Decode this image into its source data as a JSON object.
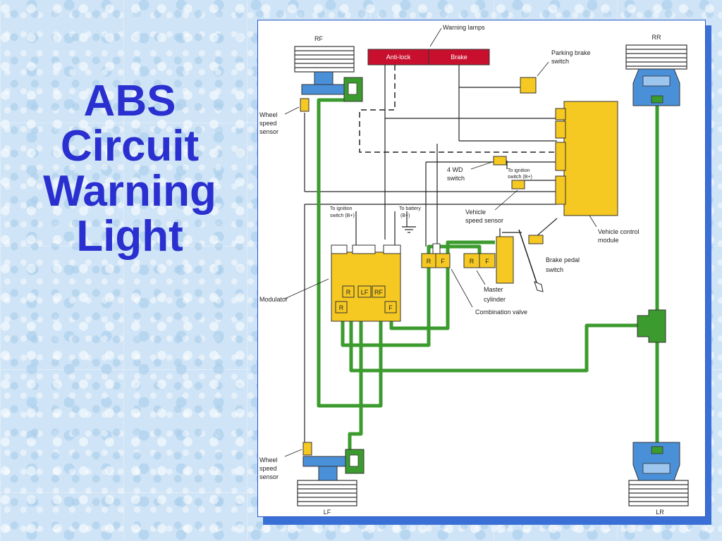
{
  "slide": {
    "title_lines": [
      "ABS",
      "Circuit",
      "Warning",
      "Light"
    ]
  },
  "diagram": {
    "wheels": {
      "rf": "RF",
      "rr": "RR",
      "lf": "LF",
      "lr": "LR"
    },
    "lamps": {
      "group": "Warning lamps",
      "antilock": "Anti-lock",
      "brake": "Brake"
    },
    "labels": {
      "parking_brake": [
        "Parking brake",
        "switch"
      ],
      "wheel_speed_top": [
        "Wheel",
        "speed",
        "sensor"
      ],
      "wheel_speed_bottom": [
        "Wheel",
        "speed",
        "sensor"
      ],
      "four_wd": [
        "4 WD",
        "switch"
      ],
      "ign_small": [
        "To ignition",
        "switch (B+)"
      ],
      "ign_mod": [
        "To ignition",
        "switch (B+)"
      ],
      "battery": [
        "To battery",
        "(B+)"
      ],
      "vss": [
        "Vehicle",
        "speed sensor"
      ],
      "vcm": [
        "Vehicle control",
        "module"
      ],
      "modulator": "Modulator",
      "brake_pedal": [
        "Brake pedal",
        "switch"
      ],
      "master_cyl": [
        "Master",
        "cylinder"
      ],
      "combo_valve": "Combination valve"
    },
    "ports": {
      "modulator": [
        "R",
        "LF",
        "RF",
        "R",
        "F"
      ],
      "combo": [
        "R",
        "F",
        "R",
        "F"
      ]
    },
    "colors": {
      "title": "#2a2fcf",
      "lamp_red": "#c8102e",
      "module_yellow": "#f6c822",
      "hydraulic_green": "#3c9b2e",
      "caliper_blue": "#4a90d9",
      "frame_shadow": "#3a6fd6"
    }
  }
}
